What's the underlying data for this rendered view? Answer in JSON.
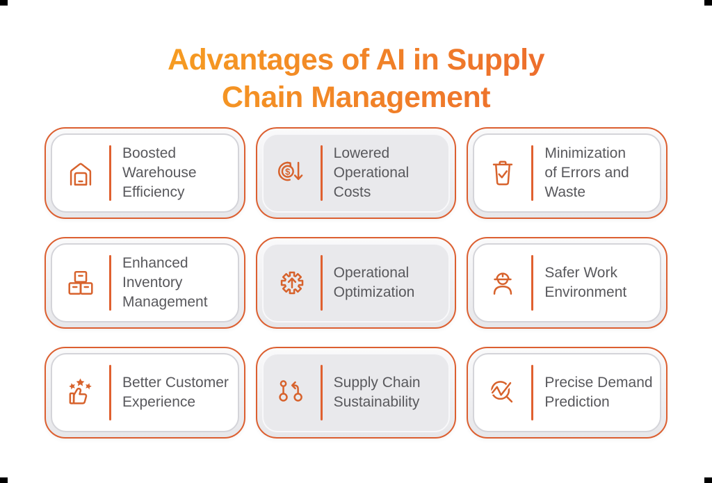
{
  "title": "Advantages of AI in Supply\nChain Management",
  "colors": {
    "accent_border": "#DC5F30",
    "icon_orange": "#D7622C",
    "divider": "#E0602F",
    "title_gradient_start": "#F9AC1D",
    "title_gradient_end": "#EC6A2E",
    "card_text": "#58585C",
    "card_bg_light": "#FFFFFF",
    "card_bg_gray": "#E9E9EC"
  },
  "cards": [
    {
      "icon": "warehouse-icon",
      "label": "Boosted\nWarehouse\nEfficiency",
      "variant": "light"
    },
    {
      "icon": "lowered-costs-icon",
      "label": "Lowered\nOperational\nCosts",
      "variant": "gray"
    },
    {
      "icon": "trash-check-icon",
      "label": "Minimization\nof Errors and\nWaste",
      "variant": "light"
    },
    {
      "icon": "inventory-boxes-icon",
      "label": "Enhanced\nInventory\nManagement",
      "variant": "light"
    },
    {
      "icon": "gear-up-icon",
      "label": "Operational\nOptimization",
      "variant": "gray"
    },
    {
      "icon": "worker-helmet-icon",
      "label": "Safer Work\nEnvironment",
      "variant": "light"
    },
    {
      "icon": "thumbs-up-stars-icon",
      "label": "Better Customer\nExperience",
      "variant": "light"
    },
    {
      "icon": "supply-chain-icon",
      "label": "Supply Chain\nSustainability",
      "variant": "gray"
    },
    {
      "icon": "demand-prediction-icon",
      "label": "Precise Demand\nPrediction",
      "variant": "light"
    }
  ]
}
